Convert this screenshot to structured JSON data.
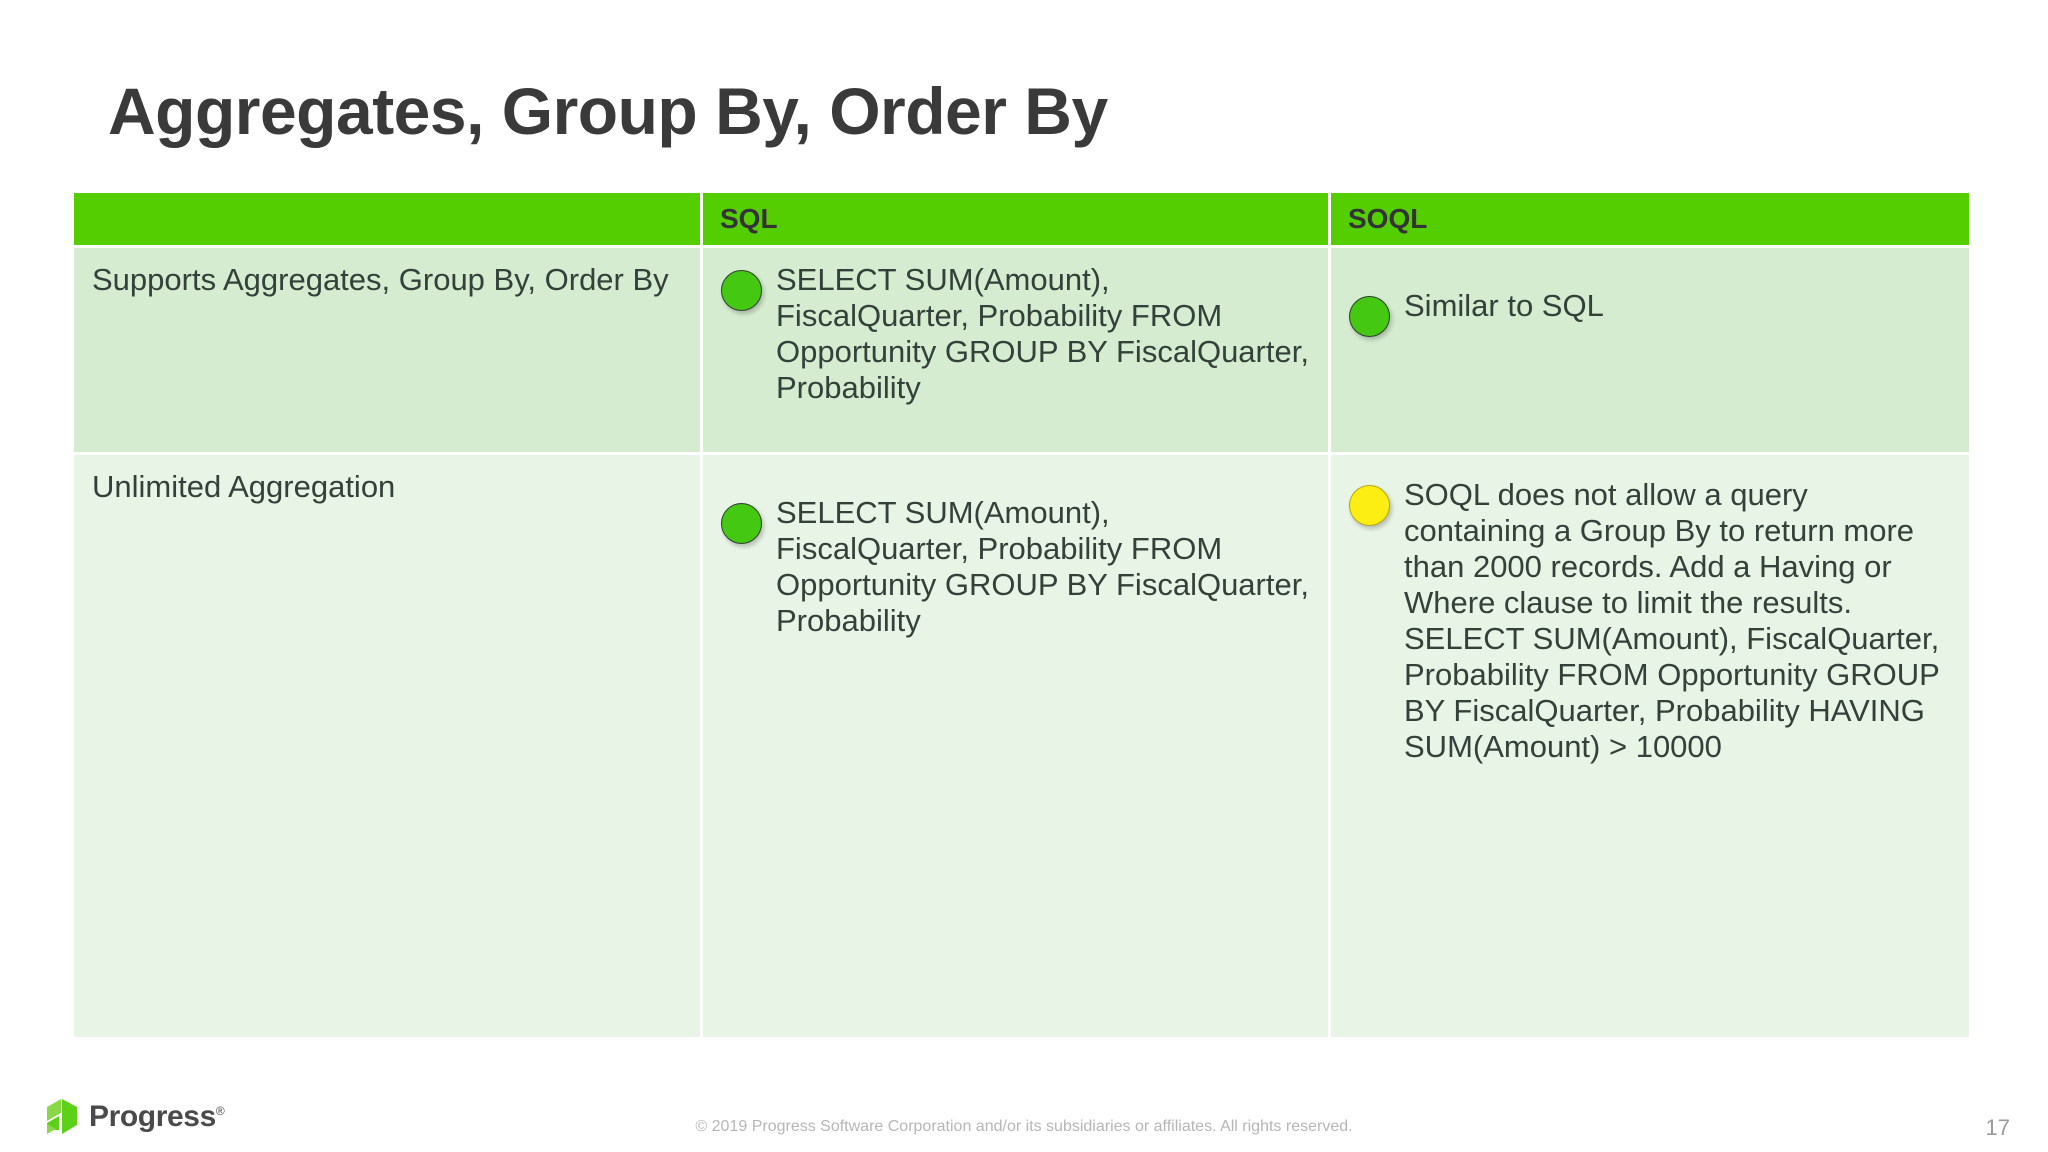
{
  "slide": {
    "title": "Aggregates, Group By, Order By",
    "page_number": "17"
  },
  "colors": {
    "header_green": "#55CE00",
    "row_a_bg": "#D5ECD0",
    "row_b_bg": "#E8F4E6",
    "bullet_green": "#45C811",
    "bullet_yellow": "#FCEE12",
    "title_text": "#3A3A3A",
    "body_text": "#33413A",
    "logo_green": "#5CD118"
  },
  "table": {
    "headers": [
      "",
      "SQL",
      "SOQL"
    ],
    "rows": [
      {
        "feature": "Supports Aggregates, Group By, Order By",
        "sql": {
          "bullet": "green-circle-bullet",
          "text": "SELECT SUM(Amount), FiscalQuarter, Probability FROM Opportunity GROUP BY FiscalQuarter, Probability"
        },
        "soql": {
          "bullet": "green-circle-bullet",
          "text": "Similar to SQL",
          "extra": ""
        }
      },
      {
        "feature": "Unlimited Aggregation",
        "sql": {
          "bullet": "green-circle-bullet",
          "text": "SELECT SUM(Amount), FiscalQuarter, Probability FROM Opportunity GROUP BY FiscalQuarter, Probability"
        },
        "soql": {
          "bullet": "yellow-circle-bullet",
          "text": "SOQL does not allow a query containing a Group By to return more than 2000 records.  Add a Having or Where clause to limit the results.",
          "extra": "SELECT SUM(Amount), FiscalQuarter, Probability FROM Opportunity GROUP BY FiscalQuarter, Probability HAVING SUM(Amount) > 10000"
        }
      }
    ]
  },
  "footer": {
    "logo_text": "Progress",
    "logo_registered": "®",
    "copyright": "© 2019 Progress Software Corporation and/or its subsidiaries or affiliates. All rights reserved."
  }
}
